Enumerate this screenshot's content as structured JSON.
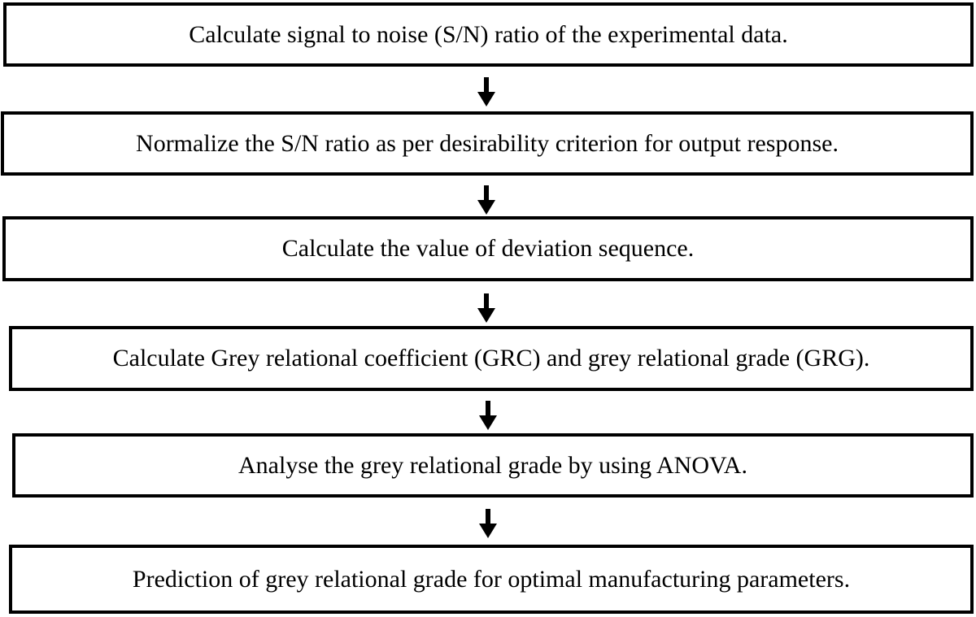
{
  "flowchart": {
    "steps": [
      {
        "label": "Calculate signal to noise (S/N) ratio of the experimental data."
      },
      {
        "label": "Normalize the S/N ratio as per desirability criterion for output response."
      },
      {
        "label": "Calculate the value of deviation sequence."
      },
      {
        "label": "Calculate Grey relational coefficient (GRC) and grey relational grade (GRG)."
      },
      {
        "label": "Analyse the grey relational grade by using ANOVA."
      },
      {
        "label": "Prediction of grey relational grade for optimal manufacturing parameters."
      }
    ],
    "colors": {
      "box_border": "#000000",
      "box_fill": "#ffffff",
      "arrow": "#000000",
      "text": "#000000"
    }
  }
}
